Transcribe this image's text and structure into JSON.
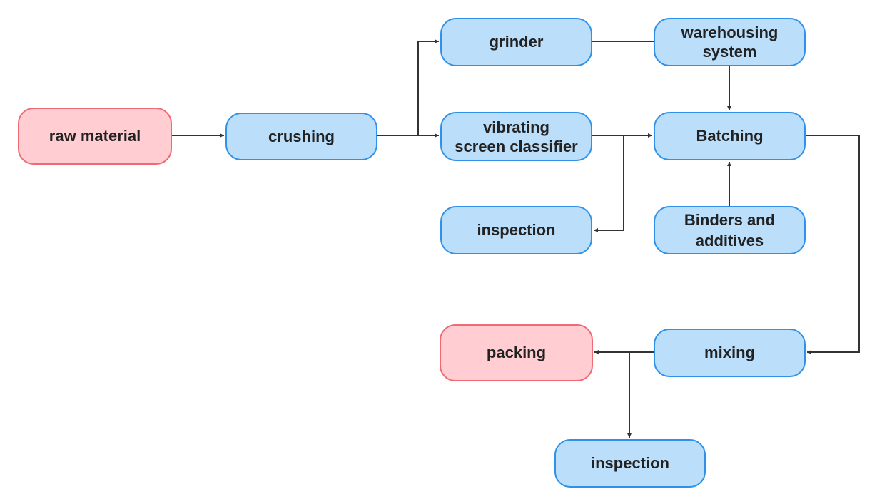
{
  "nodes": {
    "raw_material": "raw material",
    "crushing": "crushing",
    "grinder": "grinder",
    "vibrating_screen": "vibrating\nscreen classifier",
    "inspection_1": "inspection",
    "warehousing": "warehousing\nsystem",
    "batching": "Batching",
    "binders": "Binders and\nadditives",
    "packing": "packing",
    "mixing": "mixing",
    "inspection_2": "inspection"
  },
  "colors": {
    "process_fill": "#bbdefb",
    "process_border": "#2f92e8",
    "terminal_fill": "#ffcdd2",
    "terminal_border": "#ef6b73",
    "connector": "#333333"
  }
}
